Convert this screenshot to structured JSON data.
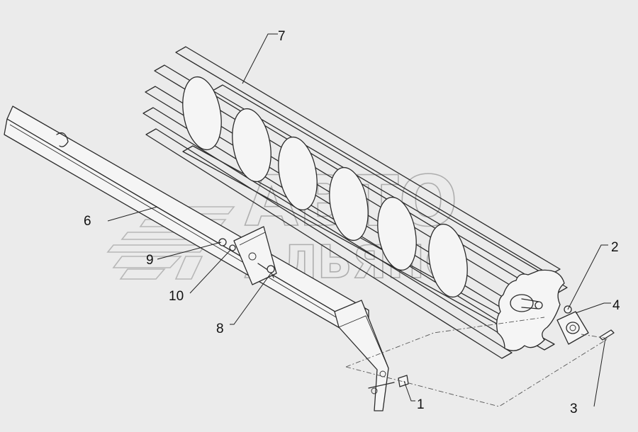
{
  "watermark": {
    "line1": "АВТО",
    "line2": "АЛЬЯНС"
  },
  "callouts": [
    {
      "id": "1",
      "label": "1"
    },
    {
      "id": "2",
      "label": "2"
    },
    {
      "id": "3",
      "label": "3"
    },
    {
      "id": "4",
      "label": "4"
    },
    {
      "id": "6",
      "label": "6"
    },
    {
      "id": "7",
      "label": "7"
    },
    {
      "id": "8",
      "label": "8"
    },
    {
      "id": "9",
      "label": "9"
    },
    {
      "id": "10",
      "label": "10"
    }
  ]
}
